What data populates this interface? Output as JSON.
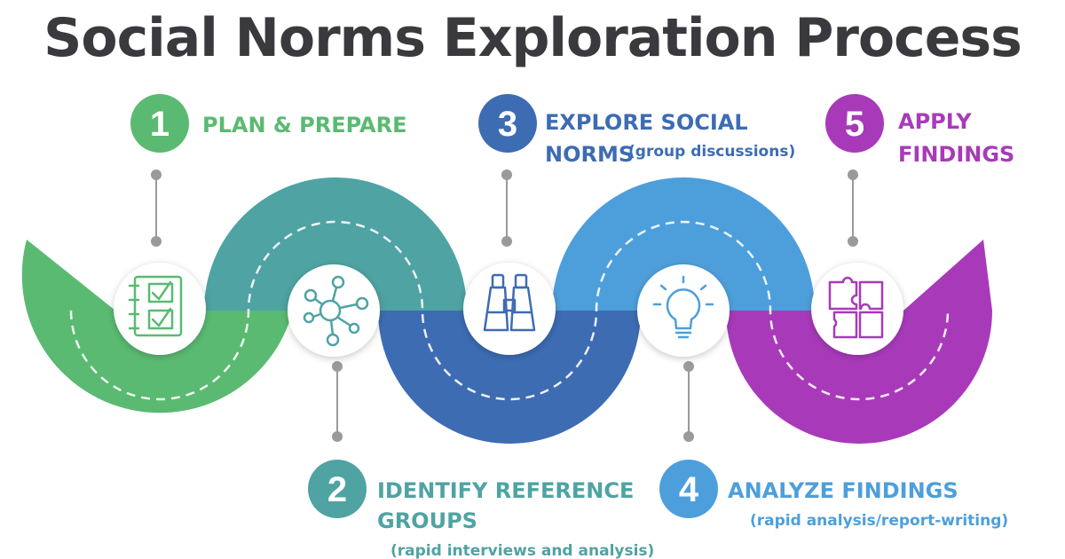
{
  "title": "Social Norms Exploration Process",
  "colors": {
    "green": "#5aba72",
    "teal": "#4fa3a3",
    "blue": "#3d6cb3",
    "skyblue": "#4d9fdb",
    "purple": "#a83aba"
  },
  "steps": [
    {
      "number": "1",
      "title_lines": [
        "PLAN & PREPARE"
      ],
      "note": "",
      "icon": "checklist-icon"
    },
    {
      "number": "2",
      "title_lines": [
        "IDENTIFY REFERENCE",
        "GROUPS"
      ],
      "note": "(rapid interviews and analysis)",
      "icon": "network-icon"
    },
    {
      "number": "3",
      "title_lines": [
        "EXPLORE SOCIAL",
        "NORMS"
      ],
      "note": "(group discussions)",
      "icon": "binoculars-icon"
    },
    {
      "number": "4",
      "title_lines": [
        "ANALYZE FINDINGS"
      ],
      "note": "(rapid analysis/report-writing)",
      "icon": "lightbulb-icon"
    },
    {
      "number": "5",
      "title_lines": [
        "APPLY",
        "FINDINGS"
      ],
      "note": "",
      "icon": "puzzle-icon"
    }
  ]
}
